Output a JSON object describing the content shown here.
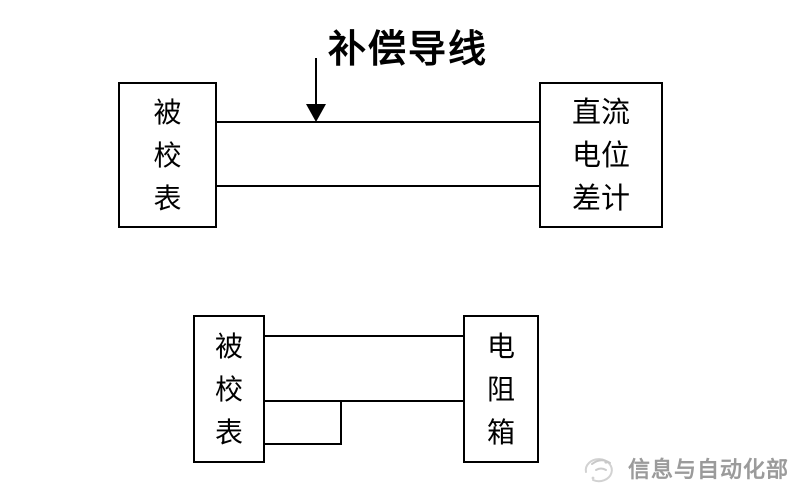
{
  "page": {
    "background_color": "#ffffff",
    "line_color": "#000000"
  },
  "top_diagram": {
    "annotation_label": "补偿导线",
    "arrow_icon": "down-arrow",
    "left_box_label": "被\n校\n表",
    "right_box_label": "直流\n电位\n差计"
  },
  "bottom_diagram": {
    "left_box_label": "被\n校\n表",
    "right_box_label": "电\n阻\n箱"
  },
  "watermark": {
    "logo_icon": "swirl-logo",
    "text": "信息与自动化部",
    "color": "#9b9b9b"
  }
}
